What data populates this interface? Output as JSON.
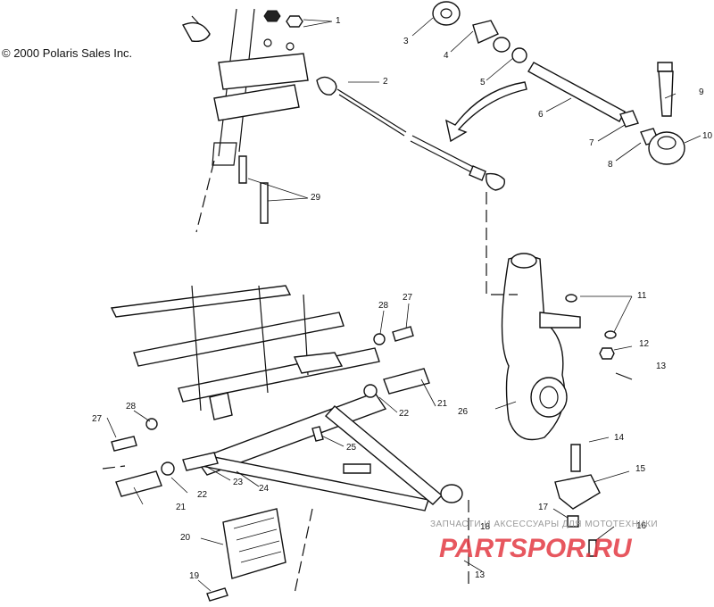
{
  "copyright": "© 2000 Polaris Sales Inc.",
  "watermark": {
    "top_text": "ЗАПЧАСТИ И АКСЕССУАРЫ ДЛЯ МОТОТЕХНИКИ",
    "logo_text": "PARTSPOR.RU",
    "color": "#e33a44"
  },
  "callouts": [
    "1",
    "2",
    "3",
    "4",
    "5",
    "6",
    "7",
    "8",
    "9",
    "10",
    "11",
    "12",
    "13",
    "14",
    "15",
    "16",
    "17",
    "18",
    "19",
    "20",
    "21",
    "21",
    "22",
    "22",
    "23",
    "24",
    "25",
    "26",
    "27",
    "27",
    "28",
    "28",
    "29",
    "13"
  ]
}
